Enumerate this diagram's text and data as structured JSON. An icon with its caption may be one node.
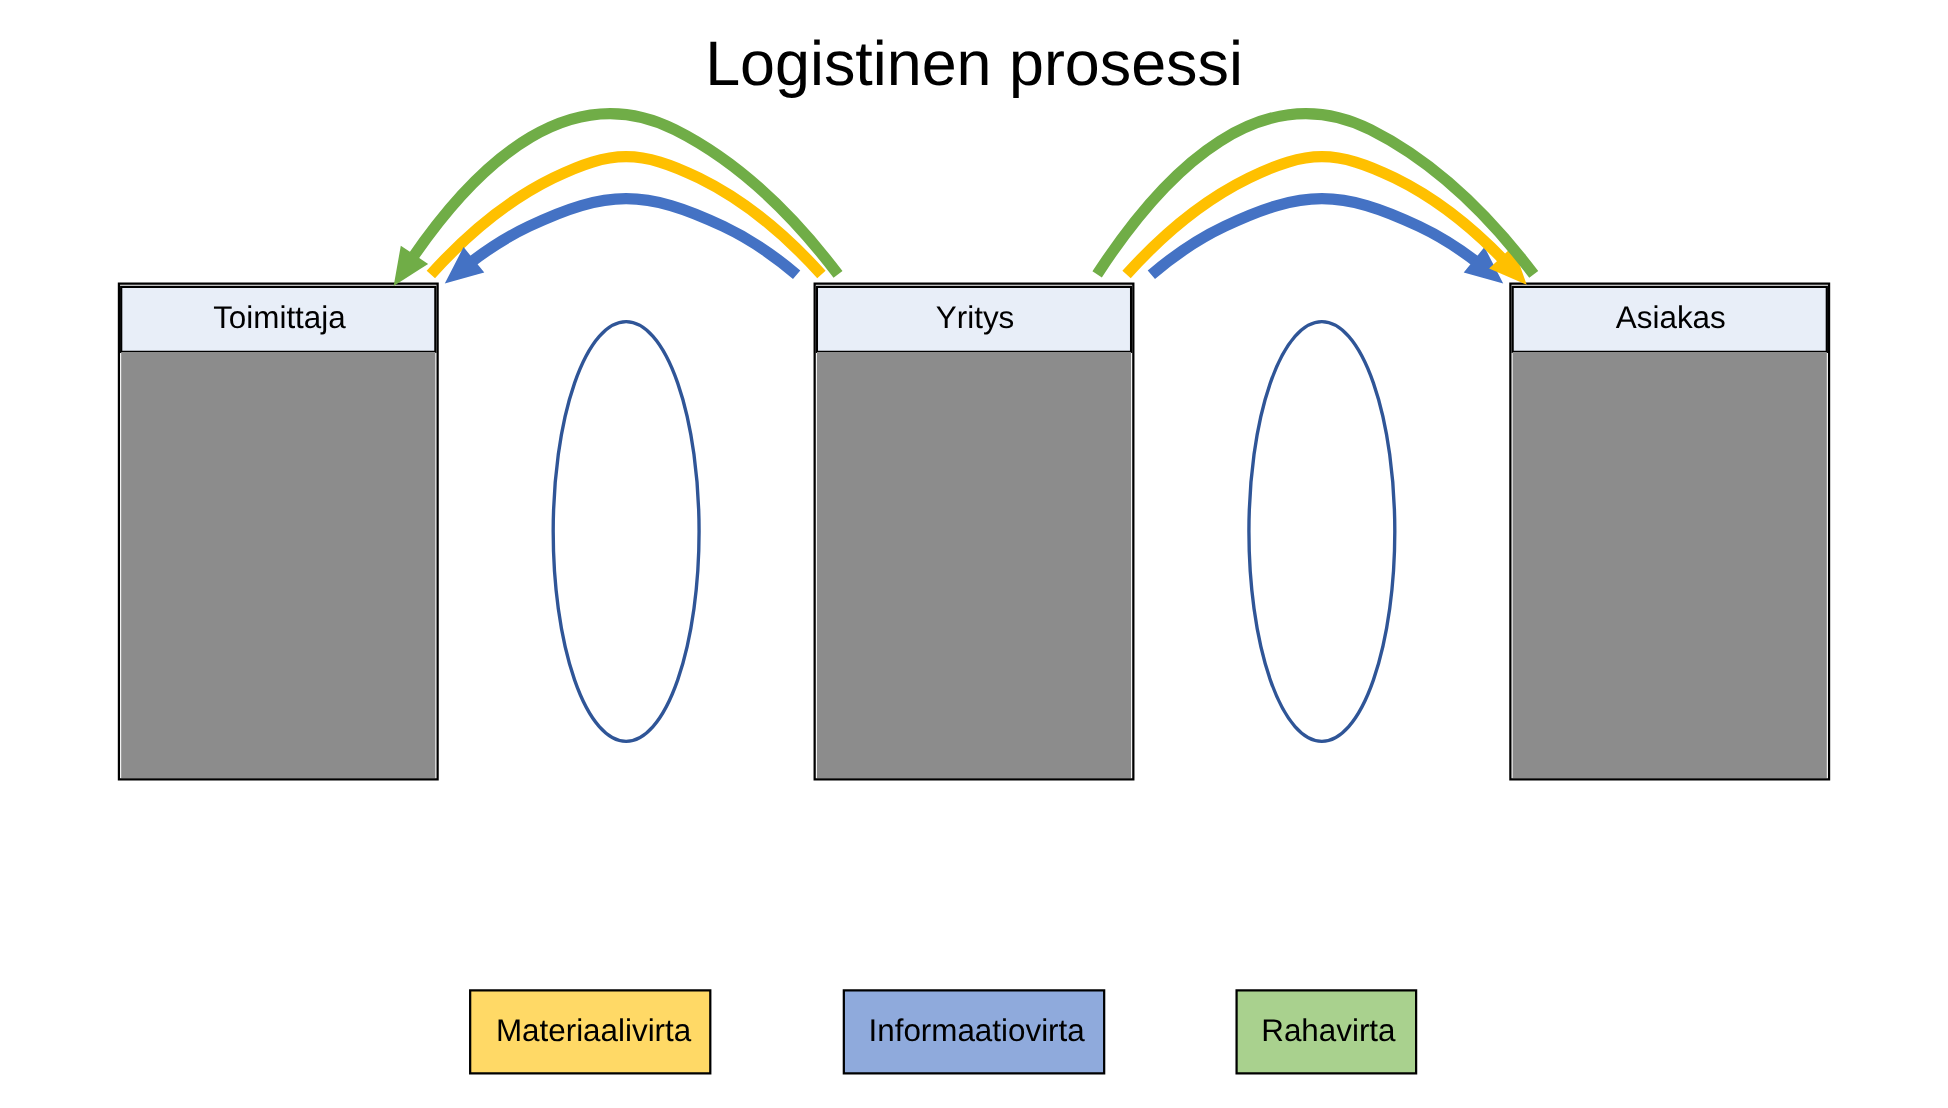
{
  "diagram": {
    "title": "Logistinen prosessi",
    "nodes": [
      {
        "text": [
          "Toimittaja"
        ]
      },
      {
        "text": [],
        "shape": "ellipse"
      },
      {
        "text": [
          "Yritys"
        ]
      },
      {
        "text": [],
        "shape": "ellipse"
      },
      {
        "text": [
          "Asiakas"
        ]
      }
    ],
    "edges": [
      {
        "from": 2,
        "to": 0,
        "arrow": "to",
        "color": "#4472c4"
      },
      {
        "from": 2,
        "to": 4,
        "arrow": "to",
        "color": "#4472c4"
      },
      {
        "from": 0,
        "to": 2,
        "arrow": "none",
        "color": "#ffc000"
      },
      {
        "from": 2,
        "to": 4,
        "arrow": "to",
        "color": "#ffc000"
      },
      {
        "from": 4,
        "to": 2,
        "arrow": "none",
        "color": "#70ad47"
      },
      {
        "from": 2,
        "to": 0,
        "arrow": "to",
        "color": "#70ad47"
      }
    ],
    "legend": [
      {
        "text": "Materiaalivirta",
        "color": "#ffd966"
      },
      {
        "text": "Informaatiovirta",
        "color": "#8faadc"
      },
      {
        "text": "Rahavirta",
        "color": "#a9d18e"
      }
    ]
  }
}
